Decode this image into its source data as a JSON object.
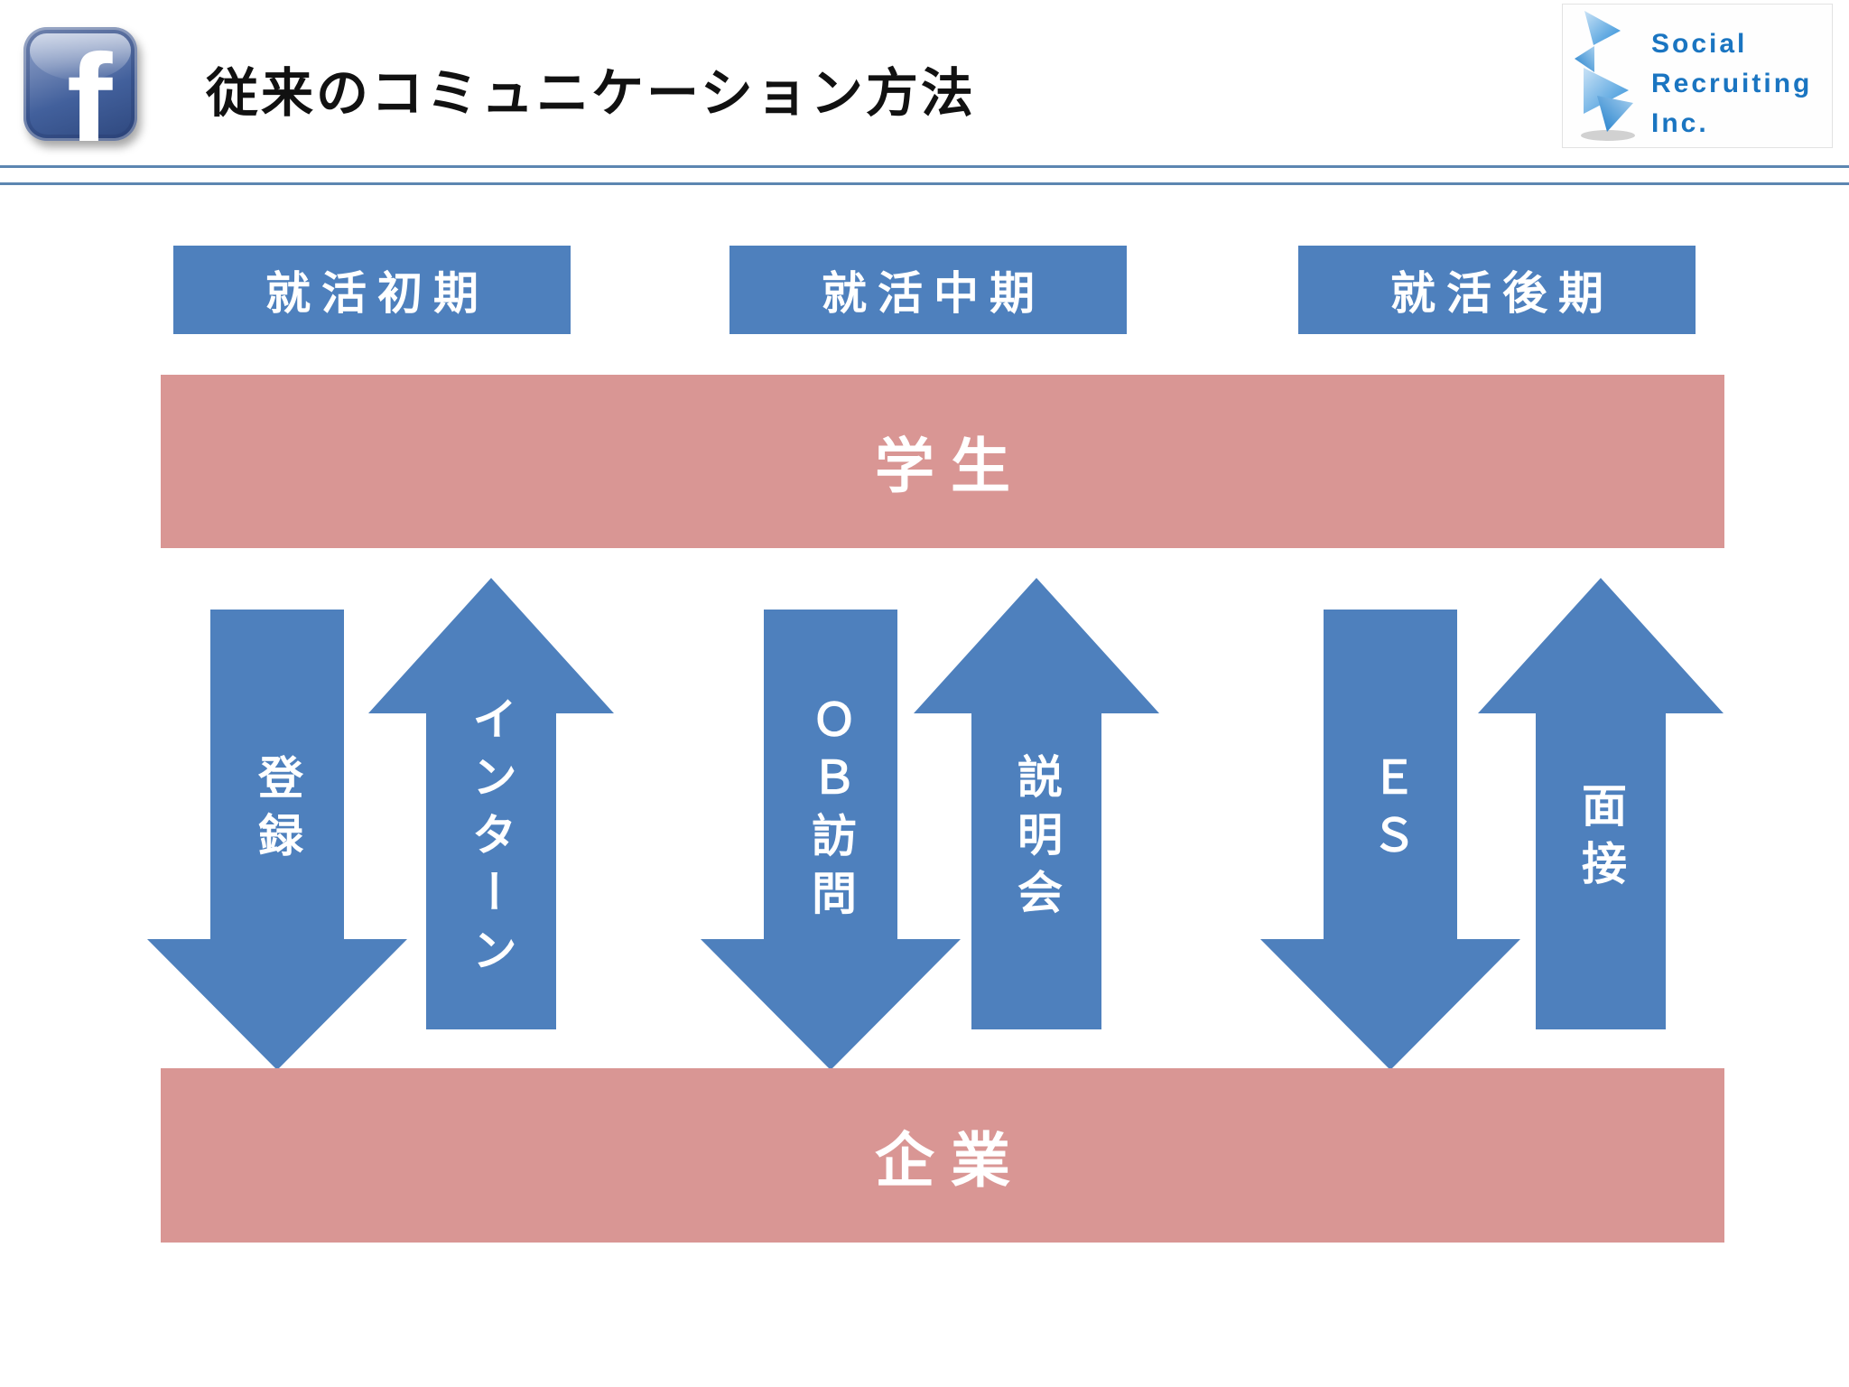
{
  "slide": {
    "title": "従来のコミュニケーション方法"
  },
  "facebook": {
    "letter": "f"
  },
  "logo": {
    "line1": "Social",
    "line2": "Recruiting",
    "line3": "Inc."
  },
  "phases": [
    {
      "label": "就活初期"
    },
    {
      "label": "就活中期"
    },
    {
      "label": "就活後期"
    }
  ],
  "bands": {
    "students": "学生",
    "companies": "企業"
  },
  "arrows": [
    {
      "down": "登録",
      "up": "インターン"
    },
    {
      "down": "ＯＢ訪問",
      "up": "説明会"
    },
    {
      "down": "ＥＳ",
      "up": "面接"
    }
  ],
  "colors": {
    "accent_blue": "#4e80bd",
    "accent_pink": "#d99694",
    "logo_blue": "#1a75c1",
    "facebook_blue": "#3b5998",
    "divider_blue": "#5c86b1",
    "title_text": "#111111",
    "label_text": "#ffffff"
  }
}
